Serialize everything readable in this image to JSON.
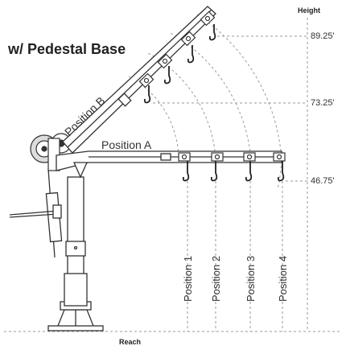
{
  "figure": {
    "title": "w/ Pedestal Base",
    "height_axis_label": "Height",
    "reach_axis_label": "Reach",
    "boom_labels": {
      "position_a": "Position A",
      "position_b": "Position B"
    },
    "height_marks": [
      "89.25'",
      "73.25'",
      "46.75'"
    ],
    "reach_positions": [
      "Position 1",
      "Position 2",
      "Position 3",
      "Position 4"
    ]
  },
  "colors": {
    "line": "#333333",
    "dashed": "#9a9a9a",
    "boom_fill": "#ffffff",
    "text": "#222222",
    "muted_text": "#555555"
  }
}
